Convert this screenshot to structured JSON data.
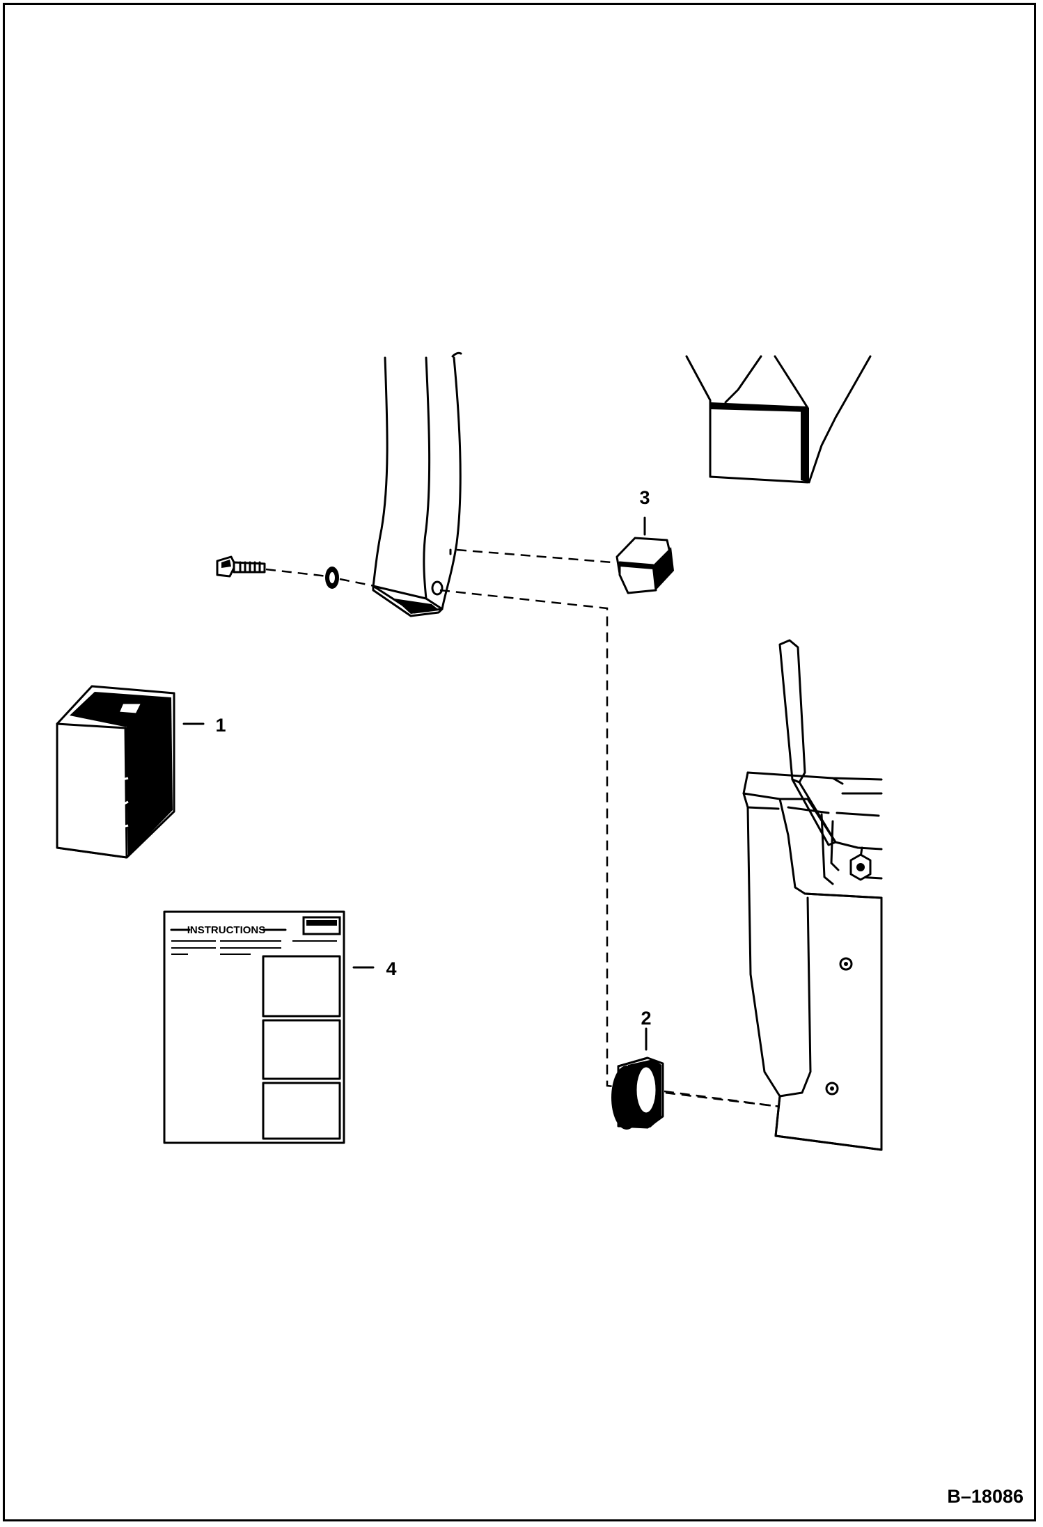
{
  "callouts": {
    "c1": "1",
    "c2": "2",
    "c3": "3",
    "c4": "4"
  },
  "instruction_sheet": {
    "title": "INSTRUCTIONS"
  },
  "figure_id": "B–18086"
}
